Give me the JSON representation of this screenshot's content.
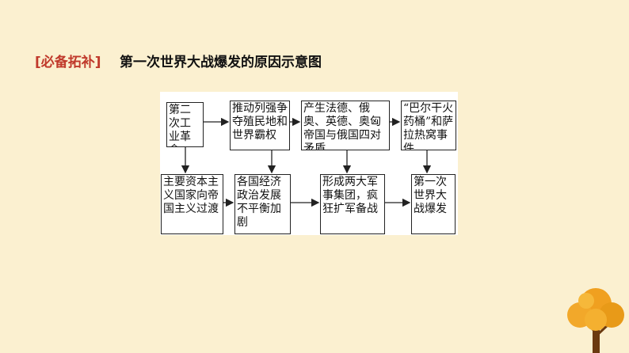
{
  "header": {
    "tag": "[必备拓补]",
    "title": "第一次世界大战爆发的原因示意图"
  },
  "diagram": {
    "top_row": [
      "第二次工业革命",
      "推动列强争夺殖民地和世界霸权",
      "产生法德、俄奥、英德、奥匈帝国与俄国四对矛盾",
      "“巴尔干火药桶”和萨拉热窝事件"
    ],
    "bottom_row": [
      "主要资本主义国家向帝国主义过渡",
      "各国经济政治发展不平衡加剧",
      "形成两大军事集团，疯狂扩军备战",
      "第一次世界大战爆发"
    ]
  },
  "colors": {
    "background": "#fbf0d0",
    "tag": "#c0392b",
    "tree_foliage": "#f0a020",
    "tree_trunk": "#6b3a10"
  }
}
